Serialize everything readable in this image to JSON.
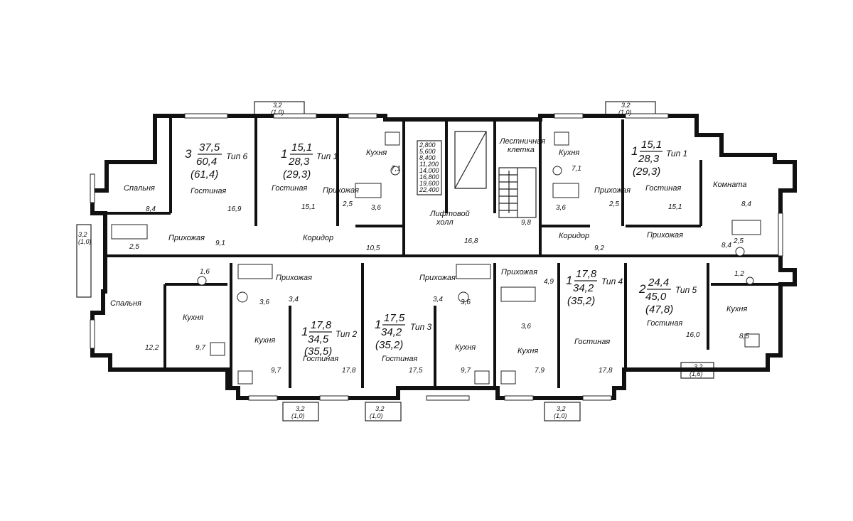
{
  "apartments": [
    {
      "id": "a6",
      "rooms": "3",
      "living": "37,5",
      "total": "60,4",
      "total_bal": "(61,4)",
      "type": "Тип 6"
    },
    {
      "id": "a1l",
      "rooms": "1",
      "living": "15,1",
      "total": "28,3",
      "total_bal": "(29,3)",
      "type": "Тип 1"
    },
    {
      "id": "a1r",
      "rooms": "1",
      "living": "15,1",
      "total": "28,3",
      "total_bal": "(29,3)",
      "type": "Тип 1"
    },
    {
      "id": "a2",
      "rooms": "1",
      "living": "17,8",
      "total": "34,5",
      "total_bal": "(35,5)",
      "type": "Тип 2"
    },
    {
      "id": "a3",
      "rooms": "1",
      "living": "17,5",
      "total": "34,2",
      "total_bal": "(35,2)",
      "type": "Тип 3"
    },
    {
      "id": "a4",
      "rooms": "1",
      "living": "17,8",
      "total": "34,2",
      "total_bal": "(35,2)",
      "type": "Тип 4"
    },
    {
      "id": "a5",
      "rooms": "2",
      "living": "24,4",
      "total": "45,0",
      "total_bal": "(47,8)",
      "type": "Тип 5"
    }
  ],
  "room_labels": [
    {
      "id": "r1",
      "text": "Спальня"
    },
    {
      "id": "r2",
      "text": "Гостиная"
    },
    {
      "id": "r3",
      "text": "Гостиная"
    },
    {
      "id": "r4",
      "text": "Кухня"
    },
    {
      "id": "r5",
      "text": "Прихожая"
    },
    {
      "id": "r6",
      "text": "Лифтовой"
    },
    {
      "id": "r7",
      "text": "холл"
    },
    {
      "id": "r8",
      "text": "Лестничная"
    },
    {
      "id": "r9",
      "text": "клетка"
    },
    {
      "id": "r10",
      "text": "Кухня"
    },
    {
      "id": "r11",
      "text": "Прихожая"
    },
    {
      "id": "r12",
      "text": "Гостиная"
    },
    {
      "id": "r13",
      "text": "Комната"
    },
    {
      "id": "r14",
      "text": "Прихожая"
    },
    {
      "id": "r15",
      "text": "Коридор"
    },
    {
      "id": "r16",
      "text": "Коридор"
    },
    {
      "id": "r17",
      "text": "Прихожая"
    },
    {
      "id": "r18",
      "text": "Спальня"
    },
    {
      "id": "r19",
      "text": "Кухня"
    },
    {
      "id": "r20",
      "text": "Прихожая"
    },
    {
      "id": "r21",
      "text": "Кухня"
    },
    {
      "id": "r22",
      "text": "Гостиная"
    },
    {
      "id": "r23",
      "text": "Гостиная"
    },
    {
      "id": "r24",
      "text": "Прихожая"
    },
    {
      "id": "r25",
      "text": "Кухня"
    },
    {
      "id": "r26",
      "text": "Прихожая"
    },
    {
      "id": "r27",
      "text": "Кухня"
    },
    {
      "id": "r28",
      "text": "Гостиная"
    },
    {
      "id": "r29",
      "text": "Гостиная"
    },
    {
      "id": "r30",
      "text": "Кухня"
    }
  ],
  "areas": [
    {
      "id": "s1",
      "text": "8,4"
    },
    {
      "id": "s2",
      "text": "16,9"
    },
    {
      "id": "s3",
      "text": "15,1"
    },
    {
      "id": "s4",
      "text": "7,1"
    },
    {
      "id": "s5",
      "text": "2,5"
    },
    {
      "id": "s6",
      "text": "3,6"
    },
    {
      "id": "s7",
      "text": "16,8"
    },
    {
      "id": "s8",
      "text": "9,8"
    },
    {
      "id": "s9",
      "text": "7,1"
    },
    {
      "id": "s10",
      "text": "3,6"
    },
    {
      "id": "s11",
      "text": "2,5"
    },
    {
      "id": "s12",
      "text": "15,1"
    },
    {
      "id": "s13",
      "text": "8,4"
    },
    {
      "id": "s14",
      "text": "2,5"
    },
    {
      "id": "s15",
      "text": "9,1"
    },
    {
      "id": "s16",
      "text": "10,5"
    },
    {
      "id": "s17",
      "text": "9,2"
    },
    {
      "id": "s18",
      "text": "8,4"
    },
    {
      "id": "s19",
      "text": "2,5"
    },
    {
      "id": "s20",
      "text": "1,6"
    },
    {
      "id": "s21",
      "text": "3,6"
    },
    {
      "id": "s22",
      "text": "3,4"
    },
    {
      "id": "s23",
      "text": "3,4"
    },
    {
      "id": "s24",
      "text": "3,6"
    },
    {
      "id": "s25",
      "text": "4,9"
    },
    {
      "id": "s26",
      "text": "3,6"
    },
    {
      "id": "s27",
      "text": "1,2"
    },
    {
      "id": "s28",
      "text": "12,2"
    },
    {
      "id": "s29",
      "text": "9,7"
    },
    {
      "id": "s30",
      "text": "9,7"
    },
    {
      "id": "s31",
      "text": "17,8"
    },
    {
      "id": "s32",
      "text": "17,5"
    },
    {
      "id": "s33",
      "text": "9,7"
    },
    {
      "id": "s34",
      "text": "7,9"
    },
    {
      "id": "s35",
      "text": "17,8"
    },
    {
      "id": "s36",
      "text": "16,0"
    },
    {
      "id": "s37",
      "text": "8,5"
    }
  ],
  "balconies": [
    {
      "id": "b1",
      "area": "3,2",
      "area_bal": "(1,0)"
    },
    {
      "id": "b2",
      "area": "3,2",
      "area_bal": "(1,0)"
    },
    {
      "id": "b3",
      "area": "3,2",
      "area_bal": "(1,0)"
    },
    {
      "id": "b4",
      "area": "3,2",
      "area_bal": "(1,0)"
    },
    {
      "id": "b5",
      "area": "3,2",
      "area_bal": "(1,0)"
    },
    {
      "id": "b6",
      "area": "3,2",
      "area_bal": "(1,0)"
    },
    {
      "id": "b7",
      "area": "3,2",
      "area_bal": "(1,6)"
    }
  ],
  "elevator_marks": [
    "2,800",
    "5,600",
    "8,400",
    "11,200",
    "14,000",
    "16,800",
    "19,600",
    "22,400"
  ]
}
